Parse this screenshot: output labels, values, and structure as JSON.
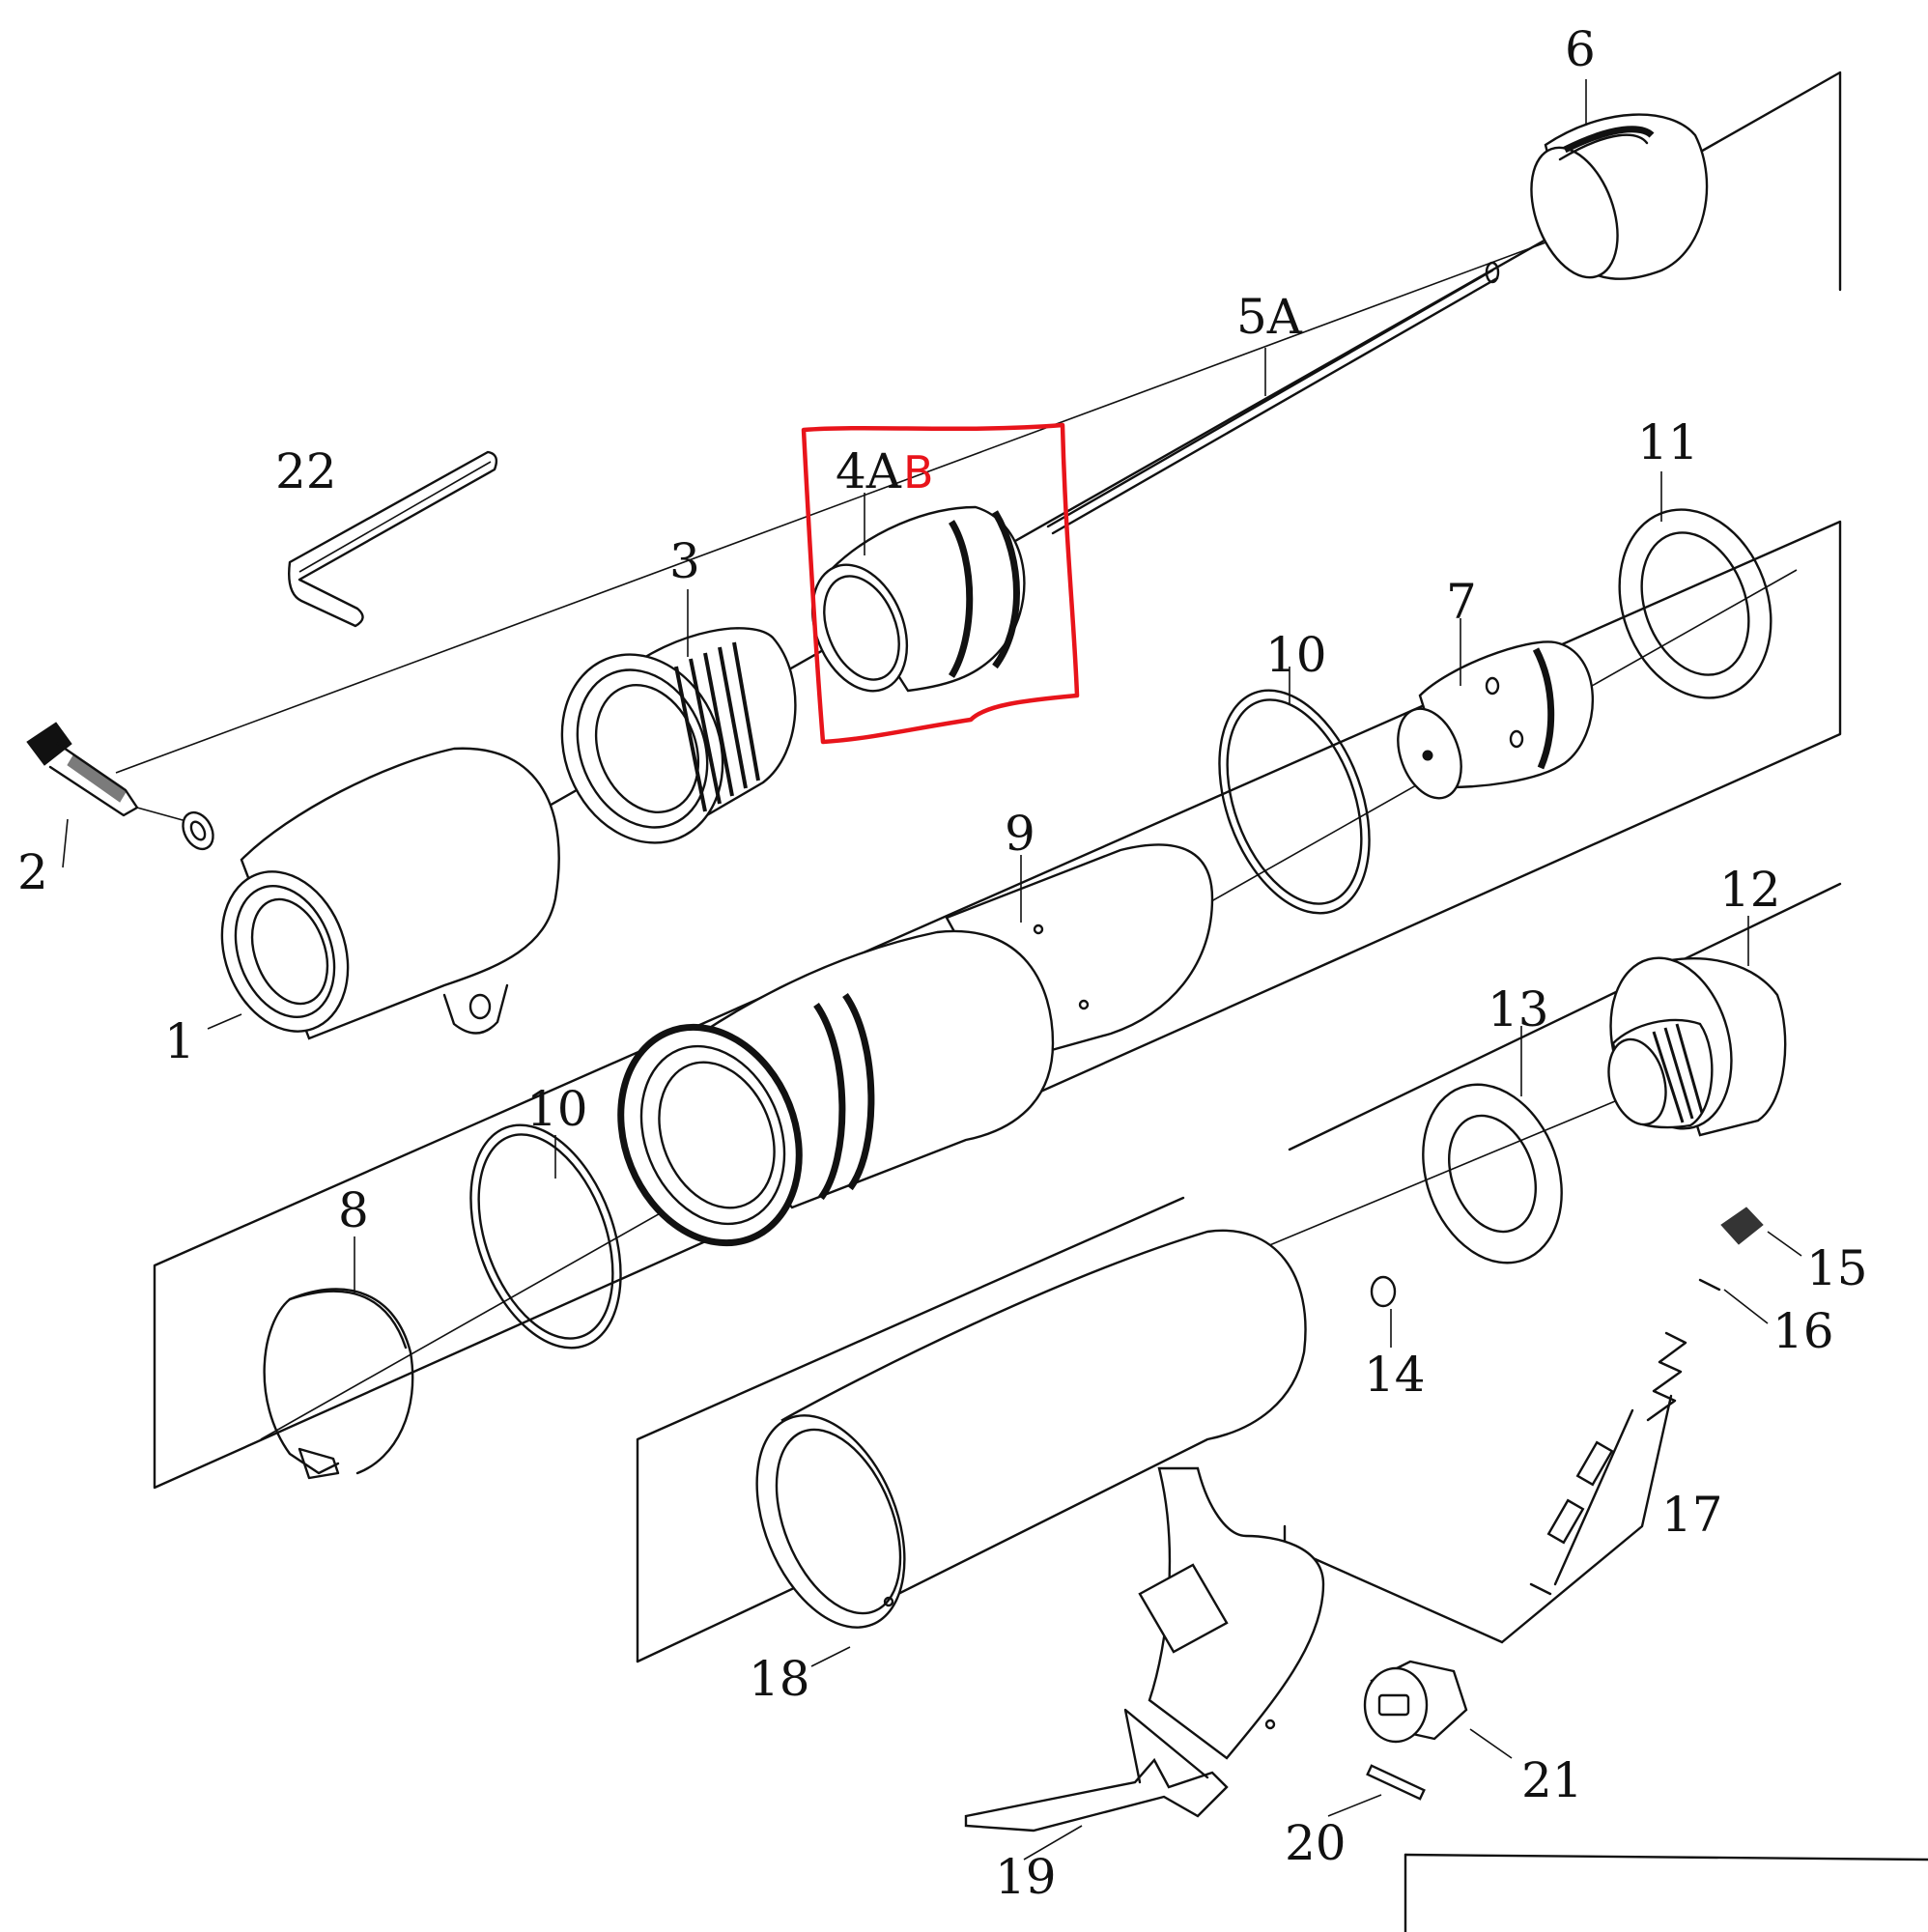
{
  "labels": {
    "p1": "1",
    "p2": "2",
    "p3": "3",
    "p4a": "4A",
    "p5a": "5A",
    "p6": "6",
    "p7": "7",
    "p8": "8",
    "p9": "9",
    "p10a": "10",
    "p10b": "10",
    "p11": "11",
    "p12": "12",
    "p13": "13",
    "p14": "14",
    "p15": "15",
    "p16": "16",
    "p17": "17",
    "p18": "18",
    "p19": "19",
    "p20": "20",
    "p21": "21",
    "p22": "22"
  },
  "annotation": {
    "mark": "B",
    "color": "#e8141b"
  }
}
